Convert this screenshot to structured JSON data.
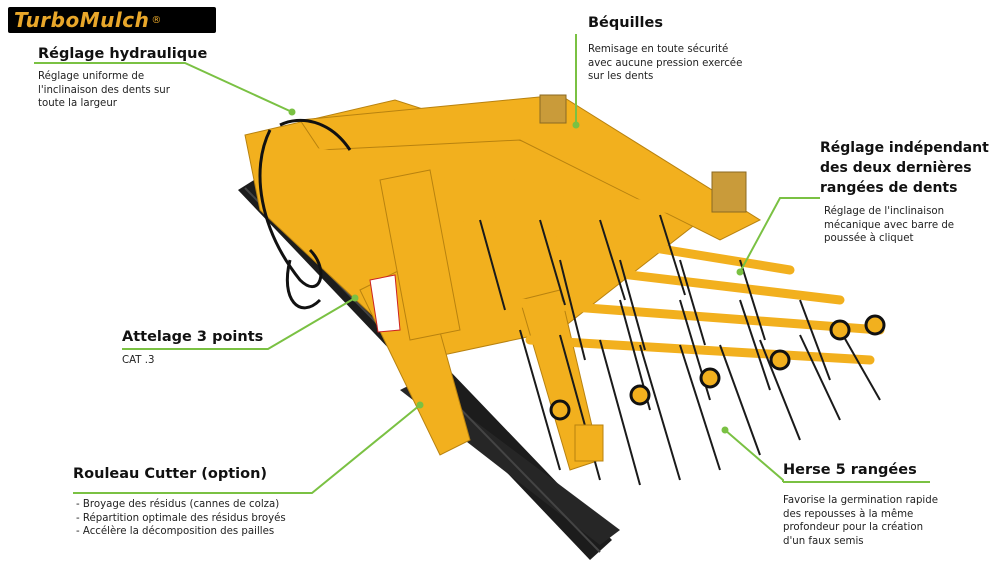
{
  "brand": {
    "logo_text": "TurboMulch",
    "logo_mark": "®",
    "accent_color": "#e9a72a",
    "callout_color": "#7ac143",
    "machine_color": "#f2b01e"
  },
  "callouts": {
    "reglage_hydraulique": {
      "title": "Réglage hydraulique",
      "lines": [
        "Réglage uniforme de",
        "l'inclinaison des dents sur",
        "toute la largeur"
      ]
    },
    "bequilles": {
      "title": "Béquilles",
      "lines": [
        "Remisage en toute sécurité",
        "avec aucune pression exercée",
        "sur les dents"
      ]
    },
    "reglage_independant": {
      "title_lines": [
        "Réglage indépendant",
        "des deux dernières",
        "rangées de dents"
      ],
      "lines": [
        "Réglage de l'inclinaison",
        "mécanique avec barre de",
        "poussée à cliquet"
      ]
    },
    "attelage": {
      "title": "Attelage 3 points",
      "lines": [
        "CAT .3"
      ]
    },
    "rouleau": {
      "title": "Rouleau Cutter (option)",
      "lines": [
        "- Broyage des résidus (cannes de colza)",
        "- Répartition optimale des résidus broyés",
        "- Accélère la décomposition des pailles"
      ]
    },
    "herse": {
      "title": "Herse 5 rangées",
      "lines": [
        "Favorise la germination rapide",
        "des repousses à la même",
        "profondeur pour la création",
        "d'un faux semis"
      ]
    }
  }
}
